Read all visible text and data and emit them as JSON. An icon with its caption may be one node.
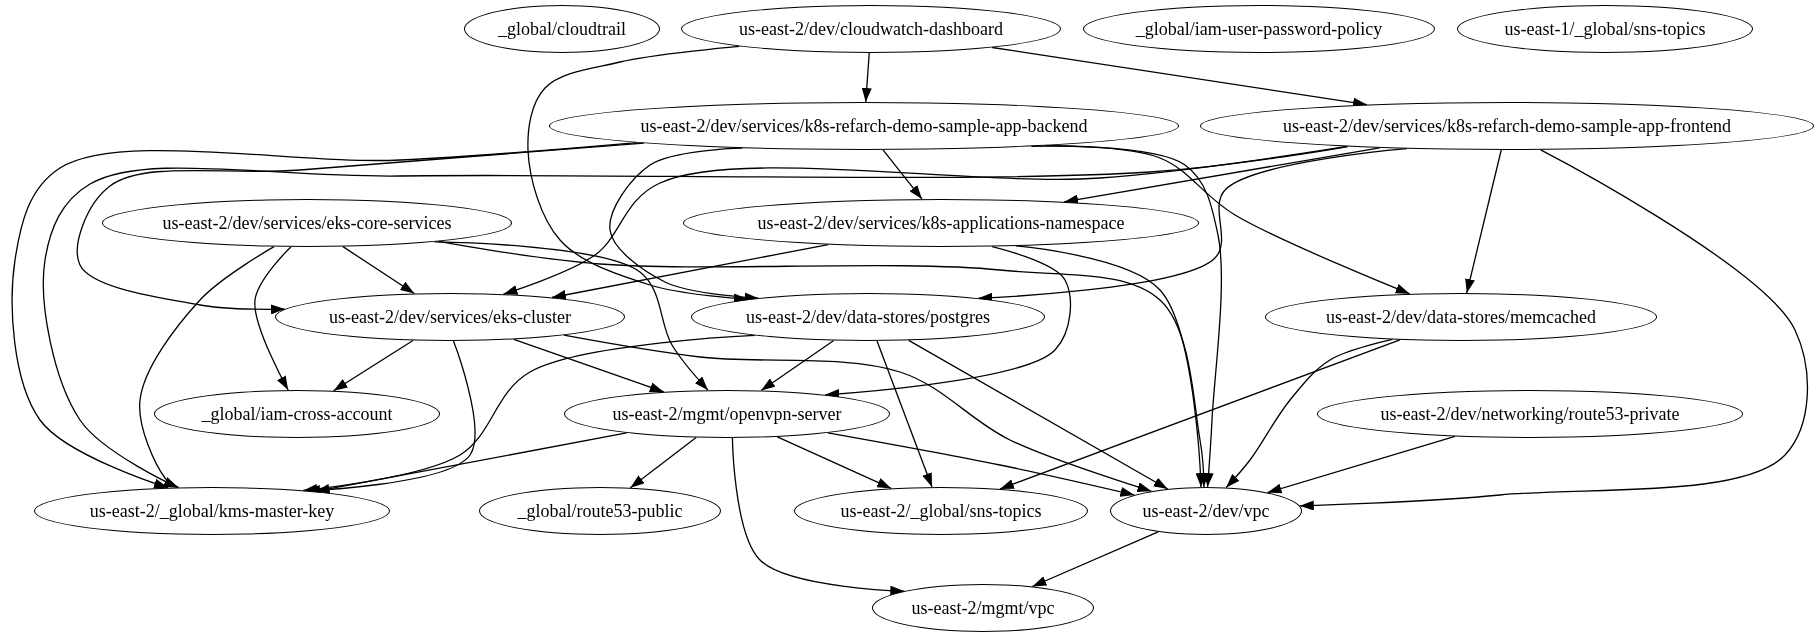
{
  "diagram": {
    "nodes": [
      {
        "text": [
          "_global/cloudtrail"
        ]
      },
      {
        "text": [
          "us-east-2/dev/cloudwatch-dashboard"
        ]
      },
      {
        "text": [
          "_global/iam-user-password-policy"
        ]
      },
      {
        "text": [
          "us-east-1/_global/sns-topics"
        ]
      },
      {
        "text": [
          "us-east-2/dev/services/k8s-refarch-demo-sample-app-backend"
        ]
      },
      {
        "text": [
          "us-east-2/dev/services/k8s-refarch-demo-sample-app-frontend"
        ]
      },
      {
        "text": [
          "us-east-2/dev/services/eks-core-services"
        ]
      },
      {
        "text": [
          "us-east-2/dev/services/k8s-applications-namespace"
        ]
      },
      {
        "text": [
          "us-east-2/dev/services/eks-cluster"
        ]
      },
      {
        "text": [
          "us-east-2/dev/data-stores/postgres"
        ]
      },
      {
        "text": [
          "us-east-2/dev/data-stores/memcached"
        ]
      },
      {
        "text": [
          "_global/iam-cross-account"
        ]
      },
      {
        "text": [
          "us-east-2/mgmt/openvpn-server"
        ]
      },
      {
        "text": [
          "us-east-2/dev/networking/route53-private"
        ]
      },
      {
        "text": [
          "us-east-2/_global/kms-master-key"
        ]
      },
      {
        "text": [
          "_global/route53-public"
        ]
      },
      {
        "text": [
          "us-east-2/_global/sns-topics"
        ]
      },
      {
        "text": [
          "us-east-2/dev/vpc"
        ]
      },
      {
        "text": [
          "us-east-2/mgmt/vpc"
        ]
      }
    ],
    "edges": [
      {
        "from": 1,
        "to": 4,
        "arrow": "to"
      },
      {
        "from": 1,
        "to": 5,
        "arrow": "to"
      },
      {
        "from": 1,
        "to": 9,
        "arrow": "to"
      },
      {
        "from": 4,
        "to": 7,
        "arrow": "to"
      },
      {
        "from": 4,
        "to": 9,
        "arrow": "to"
      },
      {
        "from": 4,
        "to": 14,
        "arrow": "to"
      },
      {
        "from": 4,
        "to": 8,
        "arrow": "to"
      },
      {
        "from": 4,
        "to": 10,
        "arrow": "to"
      },
      {
        "from": 4,
        "to": 17,
        "arrow": "to"
      },
      {
        "from": 5,
        "to": 7,
        "arrow": "to"
      },
      {
        "from": 5,
        "to": 9,
        "arrow": "to"
      },
      {
        "from": 5,
        "to": 10,
        "arrow": "to"
      },
      {
        "from": 5,
        "to": 17,
        "arrow": "to"
      },
      {
        "from": 5,
        "to": 8,
        "arrow": "to"
      },
      {
        "from": 5,
        "to": 14,
        "arrow": "to"
      },
      {
        "from": 6,
        "to": 8,
        "arrow": "to"
      },
      {
        "from": 6,
        "to": 11,
        "arrow": "to"
      },
      {
        "from": 6,
        "to": 14,
        "arrow": "to"
      },
      {
        "from": 6,
        "to": 12,
        "arrow": "to"
      },
      {
        "from": 6,
        "to": 17,
        "arrow": "to"
      },
      {
        "from": 7,
        "to": 8,
        "arrow": "to"
      },
      {
        "from": 7,
        "to": 12,
        "arrow": "to"
      },
      {
        "from": 7,
        "to": 17,
        "arrow": "to"
      },
      {
        "from": 8,
        "to": 11,
        "arrow": "to"
      },
      {
        "from": 8,
        "to": 14,
        "arrow": "to"
      },
      {
        "from": 8,
        "to": 12,
        "arrow": "to"
      },
      {
        "from": 8,
        "to": 17,
        "arrow": "to"
      },
      {
        "from": 9,
        "to": 12,
        "arrow": "to"
      },
      {
        "from": 9,
        "to": 14,
        "arrow": "to"
      },
      {
        "from": 9,
        "to": 16,
        "arrow": "to"
      },
      {
        "from": 9,
        "to": 17,
        "arrow": "to"
      },
      {
        "from": 10,
        "to": 16,
        "arrow": "to"
      },
      {
        "from": 10,
        "to": 17,
        "arrow": "to"
      },
      {
        "from": 13,
        "to": 17,
        "arrow": "to"
      },
      {
        "from": 12,
        "to": 15,
        "arrow": "to"
      },
      {
        "from": 12,
        "to": 16,
        "arrow": "to"
      },
      {
        "from": 12,
        "to": 17,
        "arrow": "to"
      },
      {
        "from": 12,
        "to": 18,
        "arrow": "to"
      },
      {
        "from": 12,
        "to": 14,
        "arrow": "to"
      },
      {
        "from": 17,
        "to": 18,
        "arrow": "to"
      }
    ]
  }
}
